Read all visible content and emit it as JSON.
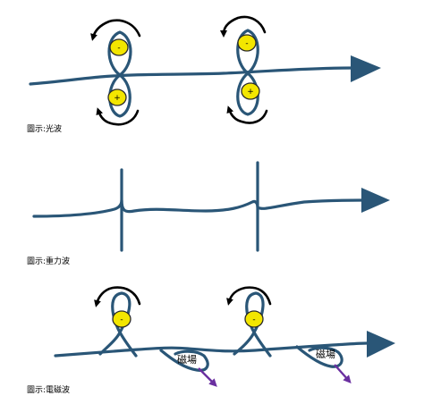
{
  "captions": {
    "light_wave": "圖示:光波",
    "gravity_wave": "圖示:重力波",
    "em_wave": "圖示:電磁波"
  },
  "charge_labels": {
    "positive": "+",
    "negative": "-"
  },
  "field_label": "磁場",
  "colors": {
    "wave": "#2a5677",
    "charge": "#f3e600",
    "rotation_arrow": "#000000",
    "field_arrow": "#6a2fa0",
    "arrow_head": "#2a5677"
  }
}
